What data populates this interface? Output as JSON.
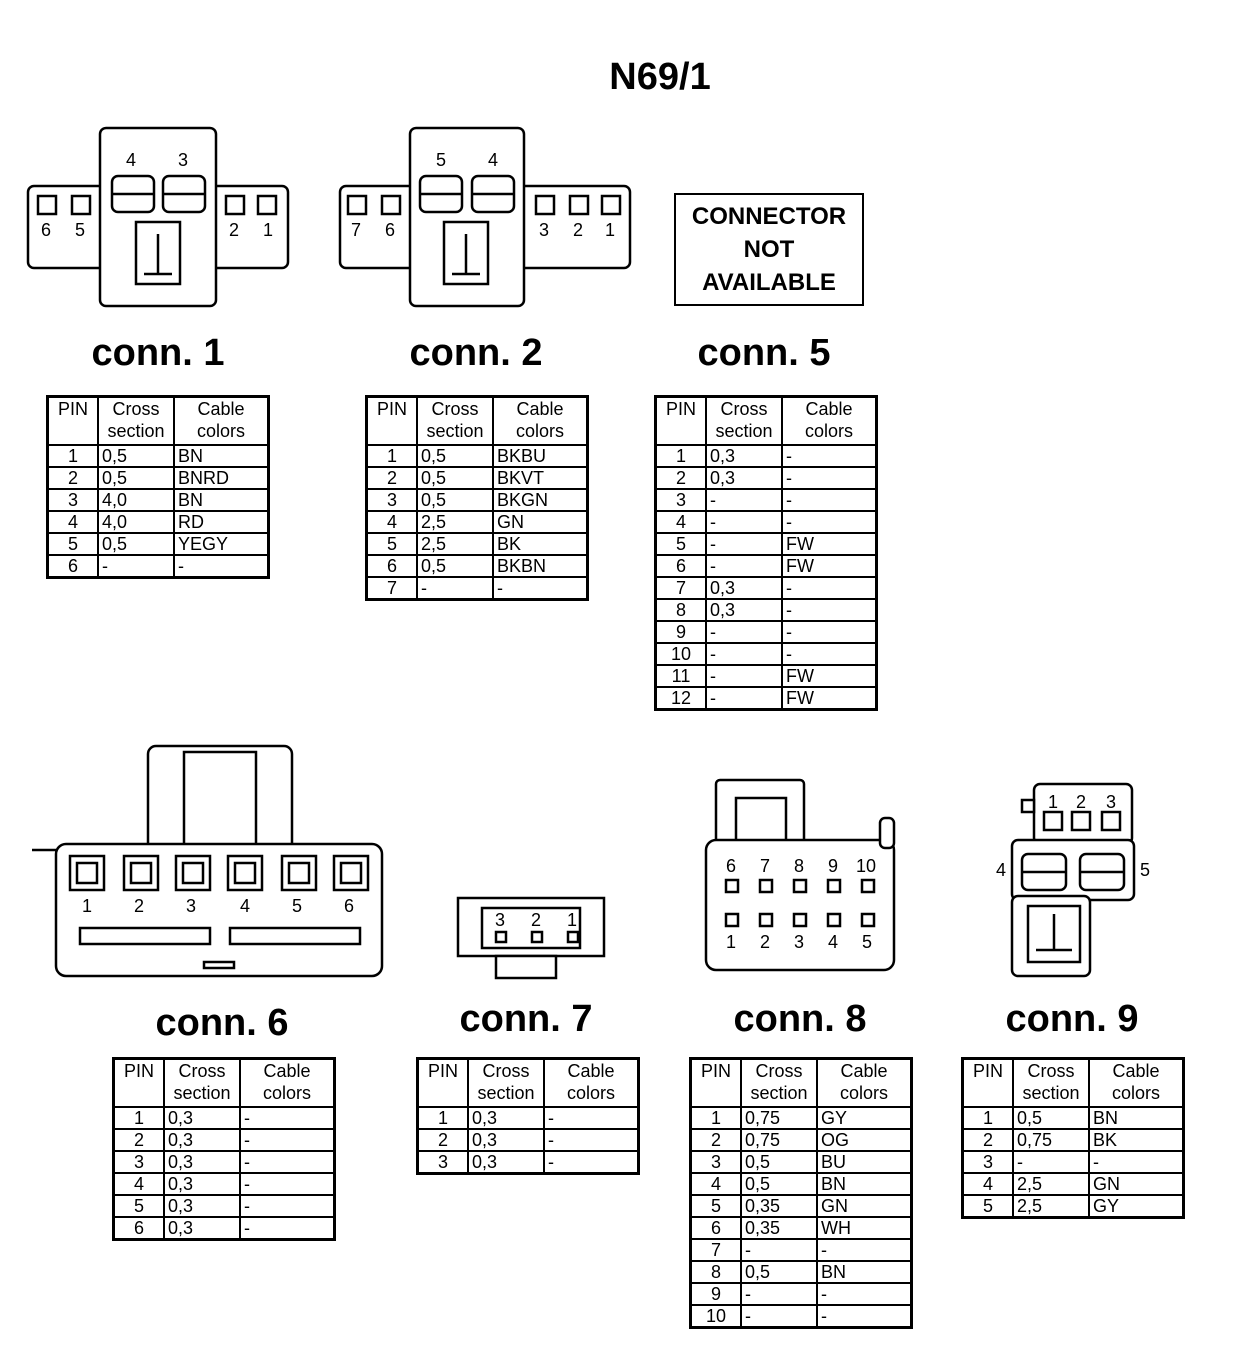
{
  "title": "N69/1",
  "not_available": [
    "CONNECTOR",
    "NOT",
    "AVAILABLE"
  ],
  "headers": {
    "pin": "PIN",
    "cross": [
      "Cross",
      "section"
    ],
    "cable": [
      "Cable",
      "colors"
    ]
  },
  "connectors": [
    {
      "label": "conn. 1",
      "rows": [
        [
          "1",
          "0,5",
          "BN"
        ],
        [
          "2",
          "0,5",
          "BNRD"
        ],
        [
          "3",
          "4,0",
          "BN"
        ],
        [
          "4",
          "4,0",
          "RD"
        ],
        [
          "5",
          "0,5",
          "YEGY"
        ],
        [
          "6",
          "-",
          "-"
        ]
      ]
    },
    {
      "label": "conn. 2",
      "rows": [
        [
          "1",
          "0,5",
          "BKBU"
        ],
        [
          "2",
          "0,5",
          "BKVT"
        ],
        [
          "3",
          "0,5",
          "BKGN"
        ],
        [
          "4",
          "2,5",
          "GN"
        ],
        [
          "5",
          "2,5",
          "BK"
        ],
        [
          "6",
          "0,5",
          "BKBN"
        ],
        [
          "7",
          "-",
          "-"
        ]
      ]
    },
    {
      "label": "conn. 5",
      "rows": [
        [
          "1",
          "0,3",
          "-"
        ],
        [
          "2",
          "0,3",
          "-"
        ],
        [
          "3",
          "-",
          "-"
        ],
        [
          "4",
          "-",
          "-"
        ],
        [
          "5",
          "-",
          "FW"
        ],
        [
          "6",
          "-",
          "FW"
        ],
        [
          "7",
          "0,3",
          "-"
        ],
        [
          "8",
          "0,3",
          "-"
        ],
        [
          "9",
          "-",
          "-"
        ],
        [
          "10",
          "-",
          "-"
        ],
        [
          "11",
          "-",
          "FW"
        ],
        [
          "12",
          "-",
          "FW"
        ]
      ]
    },
    {
      "label": "conn. 6",
      "rows": [
        [
          "1",
          "0,3",
          "-"
        ],
        [
          "2",
          "0,3",
          "-"
        ],
        [
          "3",
          "0,3",
          "-"
        ],
        [
          "4",
          "0,3",
          "-"
        ],
        [
          "5",
          "0,3",
          "-"
        ],
        [
          "6",
          "0,3",
          "-"
        ]
      ]
    },
    {
      "label": "conn. 7",
      "rows": [
        [
          "1",
          "0,3",
          "-"
        ],
        [
          "2",
          "0,3",
          "-"
        ],
        [
          "3",
          "0,3",
          "-"
        ]
      ]
    },
    {
      "label": "conn. 8",
      "rows": [
        [
          "1",
          "0,75",
          "GY"
        ],
        [
          "2",
          "0,75",
          "OG"
        ],
        [
          "3",
          "0,5",
          "BU"
        ],
        [
          "4",
          "0,5",
          "BN"
        ],
        [
          "5",
          "0,35",
          "GN"
        ],
        [
          "6",
          "0,35",
          "WH"
        ],
        [
          "7",
          "-",
          "-"
        ],
        [
          "8",
          "0,5",
          "BN"
        ],
        [
          "9",
          "-",
          "-"
        ],
        [
          "10",
          "-",
          "-"
        ]
      ]
    },
    {
      "label": "conn. 9",
      "rows": [
        [
          "1",
          "0,5",
          "BN"
        ],
        [
          "2",
          "0,75",
          "BK"
        ],
        [
          "3",
          "-",
          "-"
        ],
        [
          "4",
          "2,5",
          "GN"
        ],
        [
          "5",
          "2,5",
          "GY"
        ]
      ]
    }
  ],
  "drawing_pins": {
    "c1": [
      "4",
      "3",
      "6",
      "5",
      "2",
      "1"
    ],
    "c2": [
      "5",
      "4",
      "7",
      "6",
      "3",
      "2",
      "1"
    ],
    "c6": [
      "1",
      "2",
      "3",
      "4",
      "5",
      "6"
    ],
    "c7": [
      "3",
      "2",
      "1"
    ],
    "c8_top": [
      "6",
      "7",
      "8",
      "9",
      "10"
    ],
    "c8_bottom": [
      "1",
      "2",
      "3",
      "4",
      "5"
    ],
    "c9": [
      "1",
      "2",
      "3",
      "4",
      "5"
    ]
  }
}
